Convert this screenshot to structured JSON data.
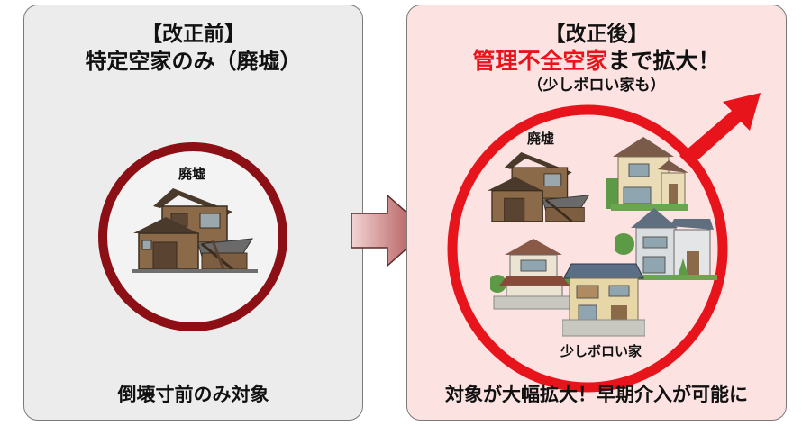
{
  "before": {
    "heading": "【改正前】",
    "subheading": "特定空家のみ（廃墟）",
    "circle_label": "廃墟",
    "footer": "倒壊寸前のみ対象",
    "circle_color": "#8b0f14",
    "background": "#ececec"
  },
  "transition": {
    "arrow_icon": "right-arrow-icon",
    "arrow_color": "#b85a5a"
  },
  "after": {
    "heading": "【改正後】",
    "subheading_red": "管理不全空家",
    "subheading_black": "まで拡大！",
    "note": "（少しボロい家も）",
    "label_ruin": "廃墟",
    "label_shabby": "少しボロい家",
    "footer": "対象が大幅拡大！早期介入が可能に",
    "circle_color": "#e8141c",
    "accent_red": "#e8141c",
    "background": "#fde2e2"
  }
}
